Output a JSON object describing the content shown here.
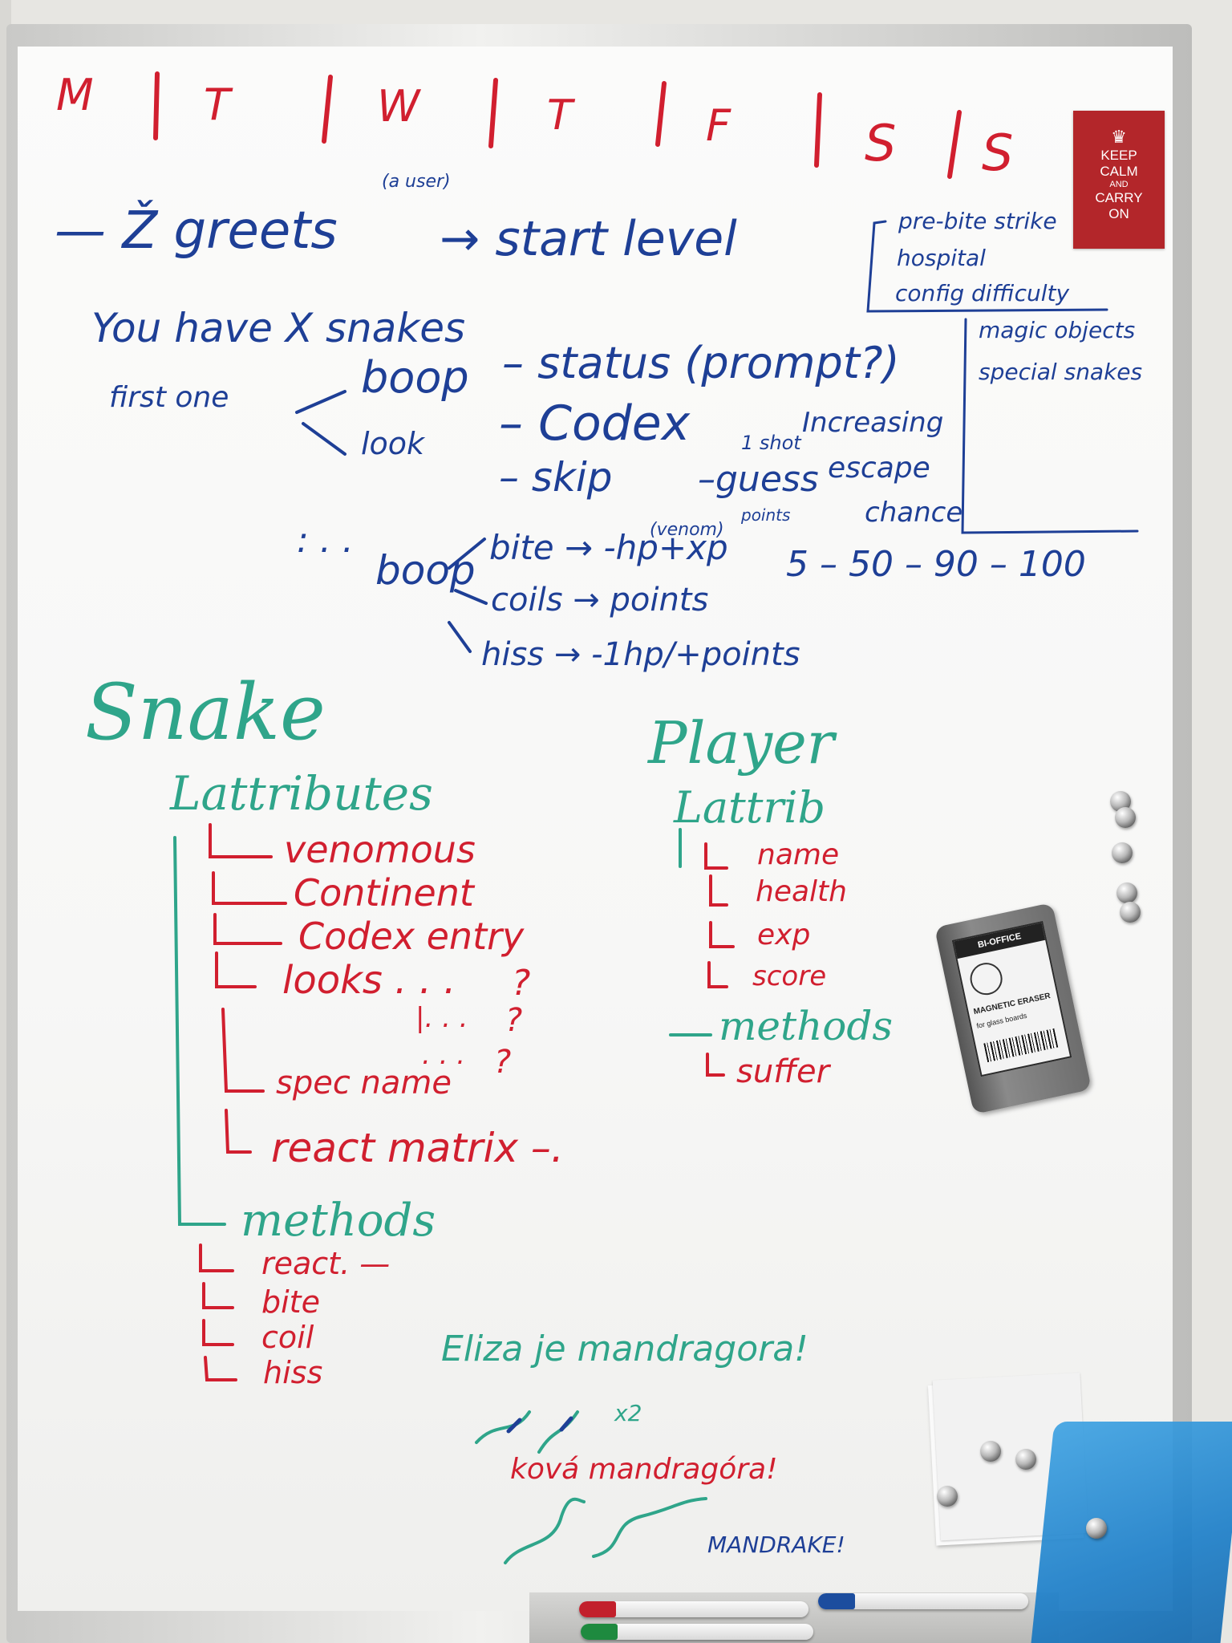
{
  "weekdays": [
    "M",
    "T",
    "W",
    "T",
    "F",
    "S",
    "S"
  ],
  "poster": {
    "line1": "KEEP",
    "line2": "CALM",
    "line3": "AND",
    "line4": "CARRY",
    "line5": "ON",
    "color": "#b3262a"
  },
  "flow": {
    "top_note": "(a user)",
    "main_line_a": "— Ž greets",
    "main_line_b": "→ start level",
    "box_lines": [
      "pre-bite strike",
      "hospital",
      "config difficulty"
    ],
    "box2_lines": [
      "magic objects",
      "special snakes"
    ],
    "you_have": "You have X snakes",
    "first_one": "first one",
    "boop": "boop",
    "look": "look",
    "status": "– status (prompt?)",
    "codex": "– Codex",
    "increasing": "Increasing",
    "skip": "– skip",
    "guess": "–guess",
    "one_shot": "1 shot",
    "points": "points",
    "escape": "escape",
    "chance": "chance",
    "scale": "5 – 50 – 90 – 100",
    "dots": ": . .",
    "boop2": "boop",
    "venom": "(venom)",
    "bite_line": "bite → -hp+xp",
    "coils_line": "coils → points",
    "hiss_line": "hiss → -1hp/+points"
  },
  "snake": {
    "title": "Snake",
    "attributes": "Lattributes",
    "attrs": [
      "venomous",
      "Continent",
      "Codex entry",
      "looks . . .",
      "spec name",
      "react matrix –."
    ],
    "looks_extra": [
      "|. . .",
      ". . ."
    ],
    "question_marks": [
      "?",
      "?",
      "?"
    ],
    "methods": "methods",
    "method_items": [
      "react. —",
      "bite",
      "coil",
      "hiss"
    ]
  },
  "player": {
    "title": "Player",
    "attrib": "Lattrib",
    "attrs": [
      "name",
      "health",
      "exp",
      "score"
    ],
    "methods": "methods",
    "method_items": [
      "suffer"
    ]
  },
  "doodles": {
    "eliza": "Eliza je mandragora!",
    "x2": "x2",
    "mandragora": "ková mandragóra!",
    "mandrake": "MANDRAKE!"
  },
  "eraser": {
    "brand": "BI-OFFICE",
    "title": "MAGNETIC ERASER",
    "subtitle": "for glass boards"
  },
  "colors": {
    "red_ink": "#d11f2f",
    "blue_ink": "#1e3f96",
    "teal_ink": "#2fa58a"
  }
}
